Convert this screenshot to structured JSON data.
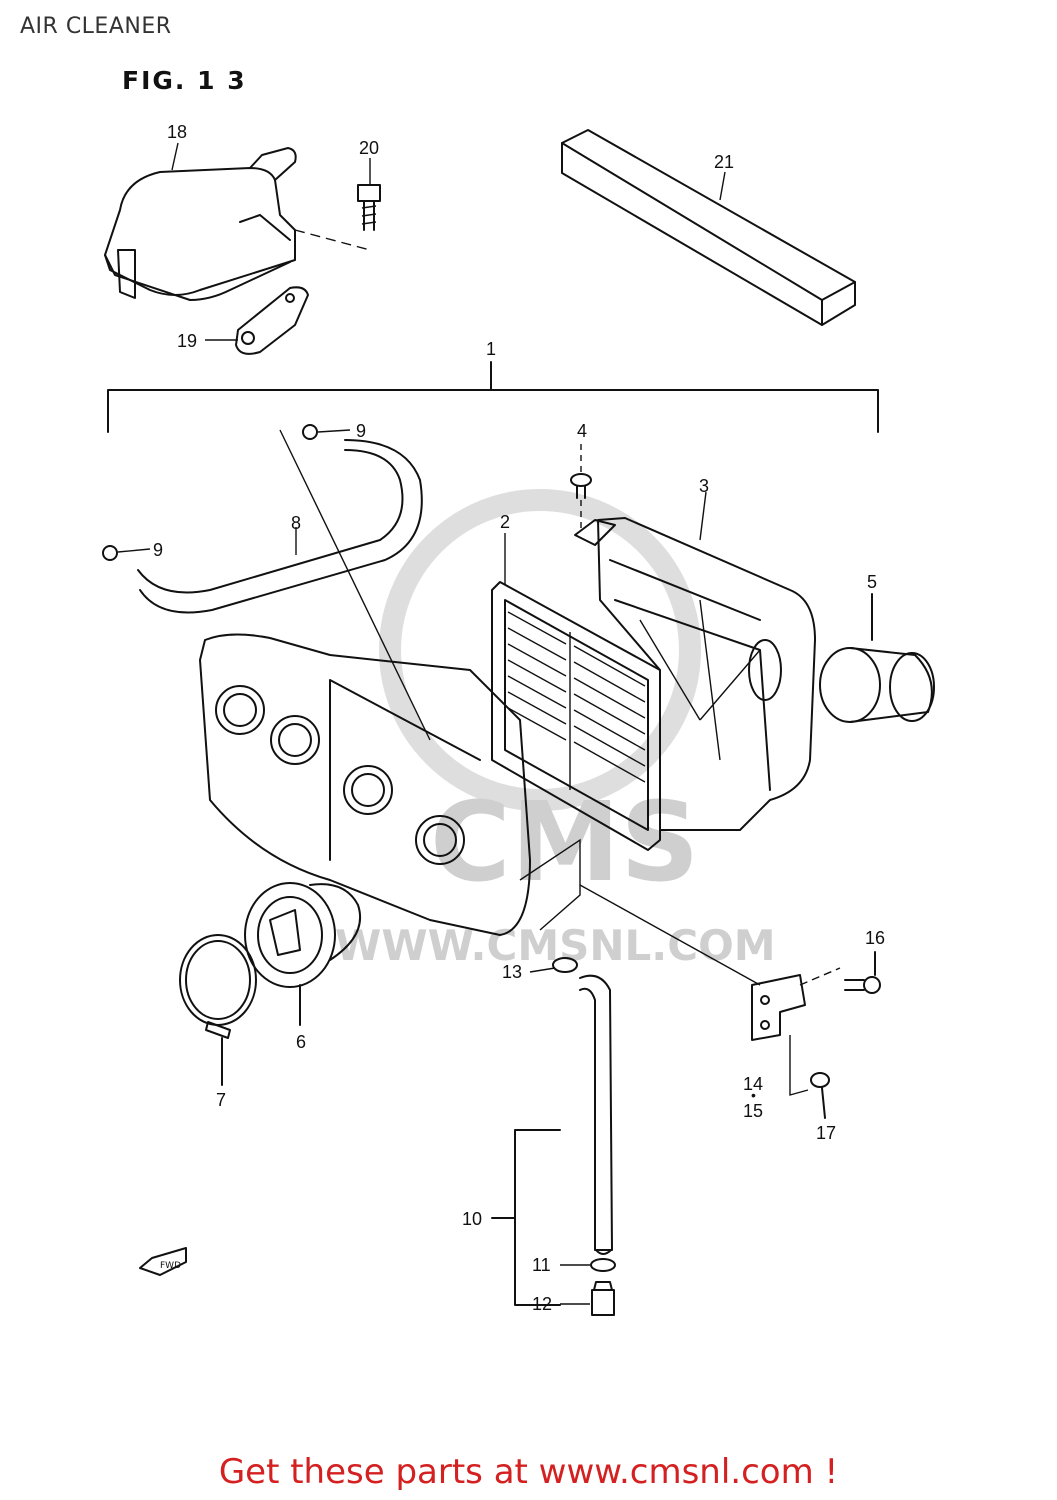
{
  "page": {
    "title": "AIR CLEANER",
    "figure_label": "FIG. 1 3",
    "footer": "Get these parts at www.cmsnl.com !"
  },
  "watermark": {
    "brand": "CMS",
    "url": "WWW.CMSNL.COM"
  },
  "fwd_label": "FWD",
  "callouts": {
    "c1": "1",
    "c2": "2",
    "c3": "3",
    "c4": "4",
    "c5": "5",
    "c6": "6",
    "c7": "7",
    "c8": "8",
    "c9a": "9",
    "c9b": "9",
    "c10": "10",
    "c11": "11",
    "c12": "12",
    "c13": "13",
    "c14": "14",
    "c15": "15",
    "c16": "16",
    "c17": "17",
    "c18": "18",
    "c19": "19",
    "c20": "20",
    "c21": "21"
  },
  "colors": {
    "line": "#111111",
    "footer": "#d42020",
    "watermark": "#cfcfcf"
  }
}
